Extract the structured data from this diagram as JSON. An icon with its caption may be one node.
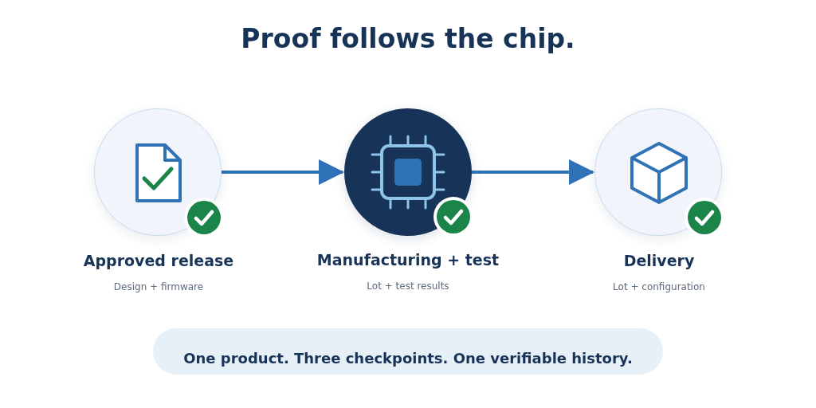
{
  "diagram": {
    "title": "Proof follows the chip.",
    "nodes": [
      {
        "text": [
          "Approved release",
          "Design + firmware"
        ]
      },
      {
        "text": [
          "Manufacturing + test",
          "Lot + test results"
        ]
      },
      {
        "text": [
          "Delivery",
          "Lot + configuration"
        ]
      },
      {
        "text": [
          "One product. Three checkpoints. One verifiable history."
        ]
      }
    ],
    "edges": [
      {
        "from": 0,
        "to": 1,
        "arrow": "to"
      },
      {
        "from": 1,
        "to": 2,
        "arrow": "to"
      }
    ]
  }
}
